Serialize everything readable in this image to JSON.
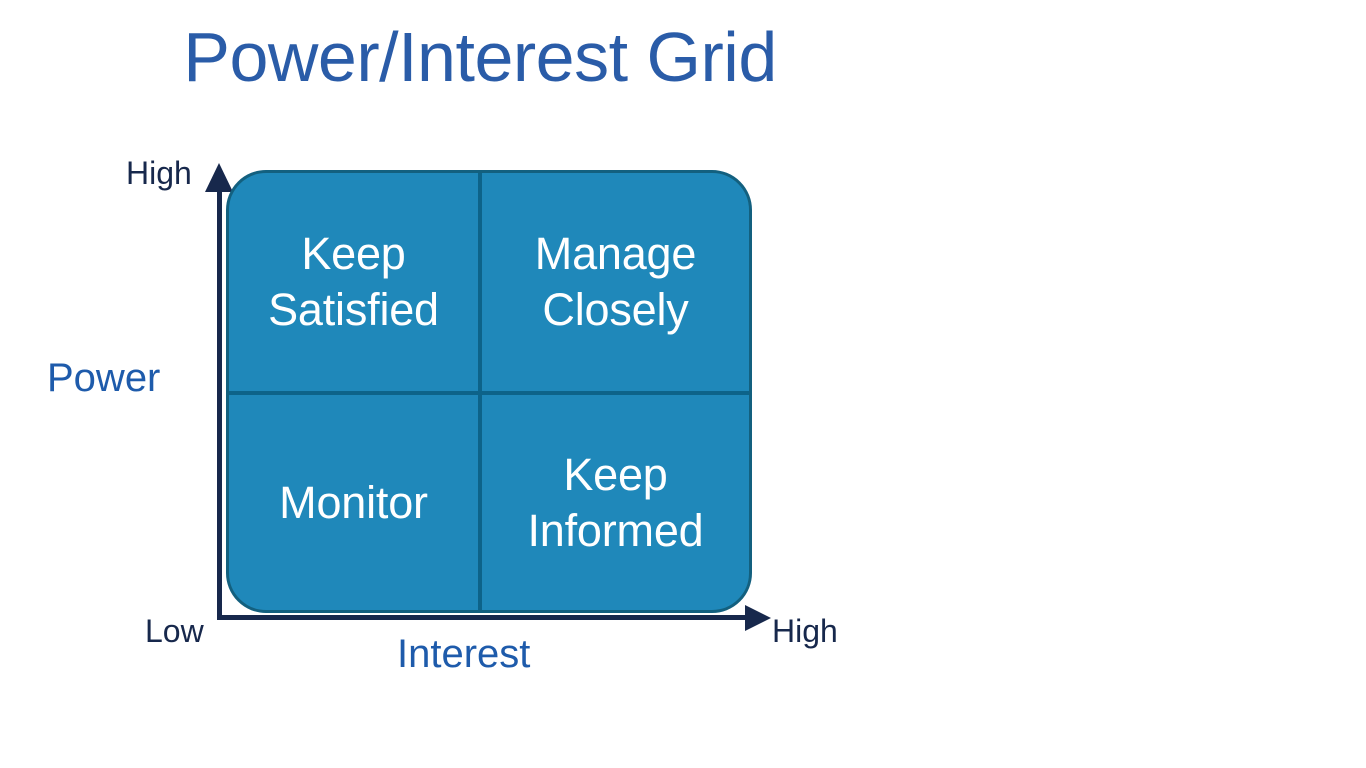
{
  "slide": {
    "title": "Power/Interest Grid",
    "background_color": "#ffffff",
    "title_color": "#2a5ca8"
  },
  "chart_data": {
    "type": "table",
    "title": "Power/Interest Grid",
    "xlabel": "Interest",
    "ylabel": "Power",
    "x_ticks": [
      "Low",
      "High"
    ],
    "y_ticks": [
      "Low",
      "High"
    ],
    "grid": true,
    "legend": "none",
    "quadrant_fill_color": "#1f88ba",
    "quadrant_border_color": "#13607f",
    "quadrant_divider_color": "#0d6389",
    "quadrant_text_color": "#ffffff",
    "axis_color": "#17284c",
    "categories": [
      "Low Interest",
      "High Interest"
    ],
    "quadrants": [
      {
        "position": "top-left",
        "power": "High",
        "interest": "Low",
        "label": "Keep Satisfied",
        "lines": [
          "Keep",
          "Satisfied"
        ]
      },
      {
        "position": "top-right",
        "power": "High",
        "interest": "High",
        "label": "Manage Closely",
        "lines": [
          "Manage",
          "Closely"
        ]
      },
      {
        "position": "bottom-left",
        "power": "Low",
        "interest": "Low",
        "label": "Monitor",
        "lines": [
          "Monitor"
        ]
      },
      {
        "position": "bottom-right",
        "power": "Low",
        "interest": "High",
        "label": "Keep Informed",
        "lines": [
          "Keep",
          "Informed"
        ]
      }
    ]
  },
  "axes": {
    "y": {
      "title": "Power",
      "high_label": "High",
      "low_label": "Low",
      "title_color": "#1e5bab",
      "tick_color": "#17284c"
    },
    "x": {
      "title": "Interest",
      "low_label": "Low",
      "high_label": "High",
      "title_color": "#1e5bab",
      "tick_color": "#17284c"
    }
  }
}
